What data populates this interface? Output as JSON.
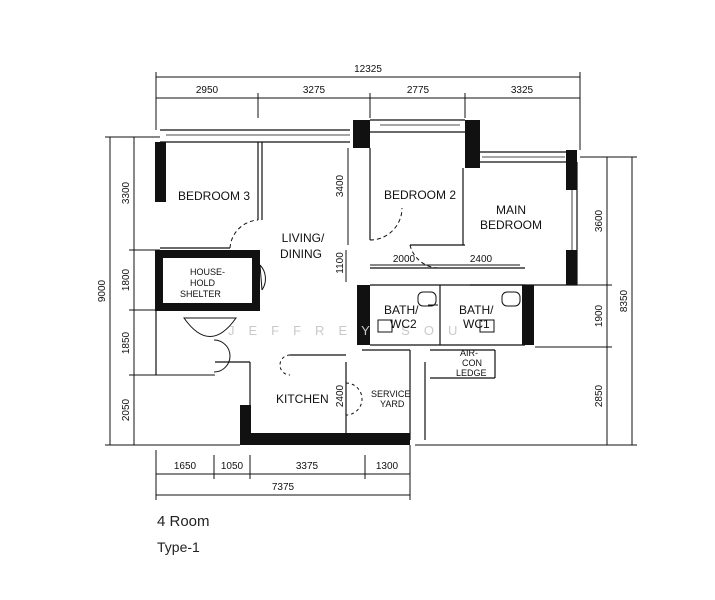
{
  "dimensions": {
    "top_total": "12325",
    "top_segments": [
      "2950",
      "3275",
      "2775",
      "3325"
    ],
    "bottom_segments": [
      "1650",
      "1050",
      "3375",
      "1300"
    ],
    "bottom_total": "7375",
    "left_segments": [
      "3300",
      "1800",
      "1850",
      "2050"
    ],
    "left_total": "9000",
    "right_segments": [
      "3600",
      "1900",
      "2850"
    ],
    "right_total": "8350",
    "inner_3400": "3400",
    "inner_1100": "1100",
    "inner_2000": "2000",
    "inner_2400_top": "2400",
    "inner_2400_kitchen": "2400"
  },
  "rooms": {
    "bedroom3": "BEDROOM 3",
    "bedroom2": "BEDROOM 2",
    "main_bedroom_line1": "MAIN",
    "main_bedroom_line2": "BEDROOM",
    "living_line1": "LIVING/",
    "living_line2": "DINING",
    "shelter_line1": "HOUSE-",
    "shelter_line2": "HOLD",
    "shelter_line3": "SHELTER",
    "bath2_line1": "BATH/",
    "bath2_line2": "WC2",
    "bath1_line1": "BATH/",
    "bath1_line2": "WC1",
    "aircon_line1": "AIR-",
    "aircon_line2": "CON",
    "aircon_line3": "LEDGE",
    "kitchen": "KITCHEN",
    "service_line1": "SERVICE",
    "service_line2": "YARD"
  },
  "watermark": "JEFFREY SOU",
  "caption": {
    "title": "4 Room",
    "subtitle": "Type-1"
  }
}
